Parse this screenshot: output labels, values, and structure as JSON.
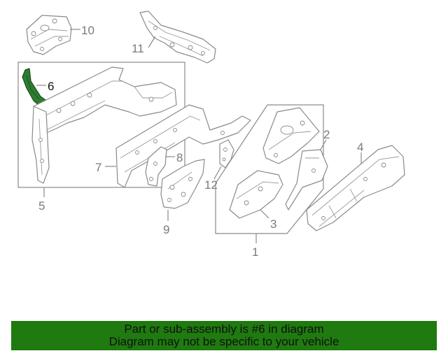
{
  "diagram": {
    "callouts": [
      {
        "id": "c1",
        "label": "1"
      },
      {
        "id": "c2",
        "label": "2"
      },
      {
        "id": "c3",
        "label": "3"
      },
      {
        "id": "c4",
        "label": "4"
      },
      {
        "id": "c5",
        "label": "5"
      },
      {
        "id": "c6",
        "label": "6"
      },
      {
        "id": "c7",
        "label": "7"
      },
      {
        "id": "c8",
        "label": "8"
      },
      {
        "id": "c9",
        "label": "9"
      },
      {
        "id": "c10",
        "label": "10"
      },
      {
        "id": "c11",
        "label": "11"
      },
      {
        "id": "c12",
        "label": "12"
      }
    ],
    "highlight_color": "#2e7d32",
    "line_color": "#8a8a8a"
  },
  "banner": {
    "line1": "Part or sub-assembly is #6 in diagram",
    "line2": "Diagram may not be specific to your vehicle",
    "background": "#1f7a0f"
  }
}
